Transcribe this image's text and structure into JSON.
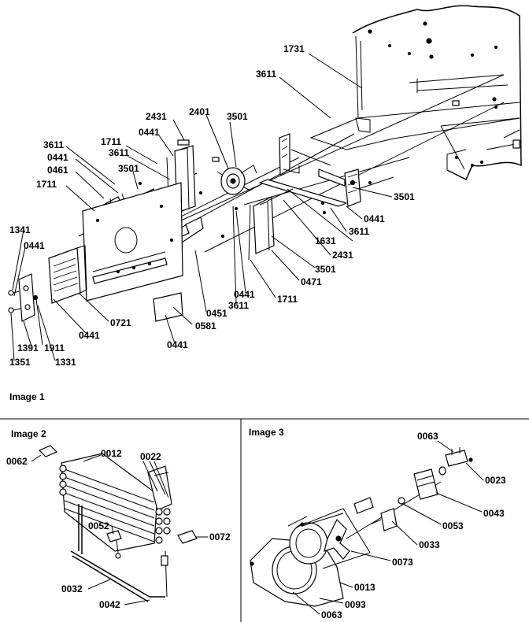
{
  "panels": {
    "image1": {
      "title": "Image 1",
      "labels": [
        "1731",
        "3611",
        "2431",
        "2401",
        "3501",
        "0441",
        "1711",
        "3611",
        "3611",
        "0441",
        "0461",
        "3501",
        "1711",
        "1341",
        "0441",
        "3501",
        "0441",
        "3611",
        "1631",
        "2431",
        "3501",
        "0471",
        "1711",
        "0441",
        "3611",
        "0451",
        "0581",
        "0441",
        "0721",
        "0441",
        "1391",
        "1911",
        "1331",
        "1351"
      ]
    },
    "image2": {
      "title": "Image 2",
      "labels": [
        "0062",
        "0012",
        "0022",
        "0052",
        "0072",
        "0032",
        "0042"
      ]
    },
    "image3": {
      "title": "Image 3",
      "labels": [
        "0063",
        "0023",
        "0043",
        "0053",
        "0033",
        "0073",
        "0013",
        "0093",
        "0063"
      ]
    }
  }
}
